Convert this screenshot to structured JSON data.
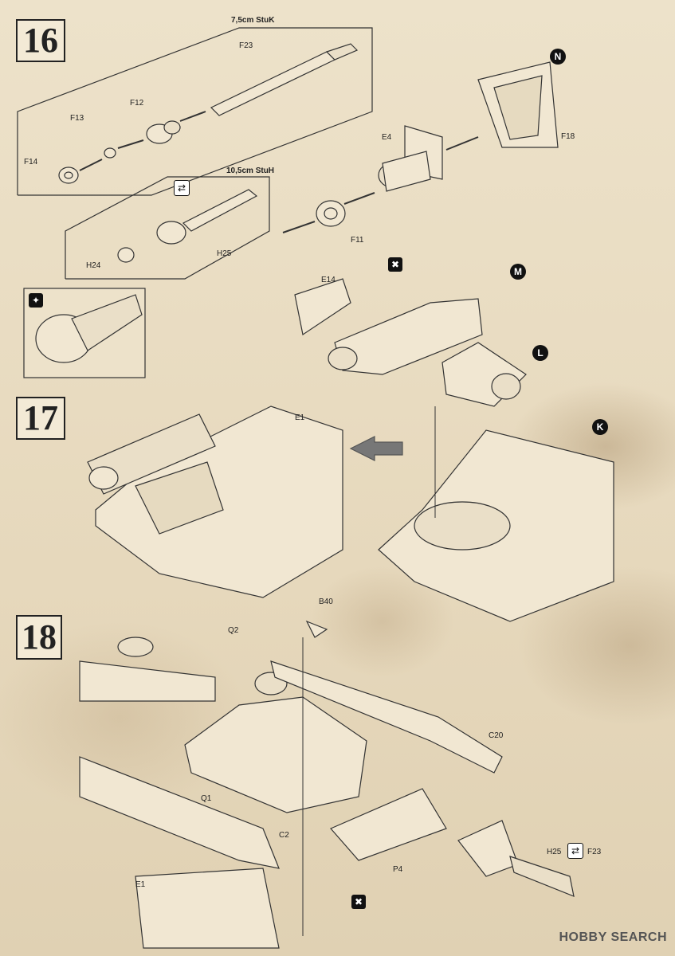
{
  "steps": [
    {
      "number": "16"
    },
    {
      "number": "17"
    },
    {
      "number": "18"
    }
  ],
  "variant_labels": {
    "stuk": "7,5cm StuK",
    "stuh": "10,5cm StuH"
  },
  "part_labels": {
    "F23": "F23",
    "F12": "F12",
    "F13": "F13",
    "F14": "F14",
    "H24": "H24",
    "H25": "H25",
    "E4": "E4",
    "F18": "F18",
    "F11": "F11",
    "E14": "E14",
    "E1": "E1",
    "E1b": "E1",
    "Q2": "Q2",
    "Q1": "Q1",
    "B40": "B40",
    "C20": "C20",
    "C2": "C2",
    "P4": "P4",
    "H25b": "H25",
    "F23b": "F23"
  },
  "badges": {
    "N": "N",
    "M": "M",
    "L": "L",
    "K": "K"
  },
  "icons": {
    "swap": "swap-icon",
    "glue_ban": "no-glue-icon",
    "detail": "detail-icon"
  },
  "watermark": "HOBBY SEARCH"
}
